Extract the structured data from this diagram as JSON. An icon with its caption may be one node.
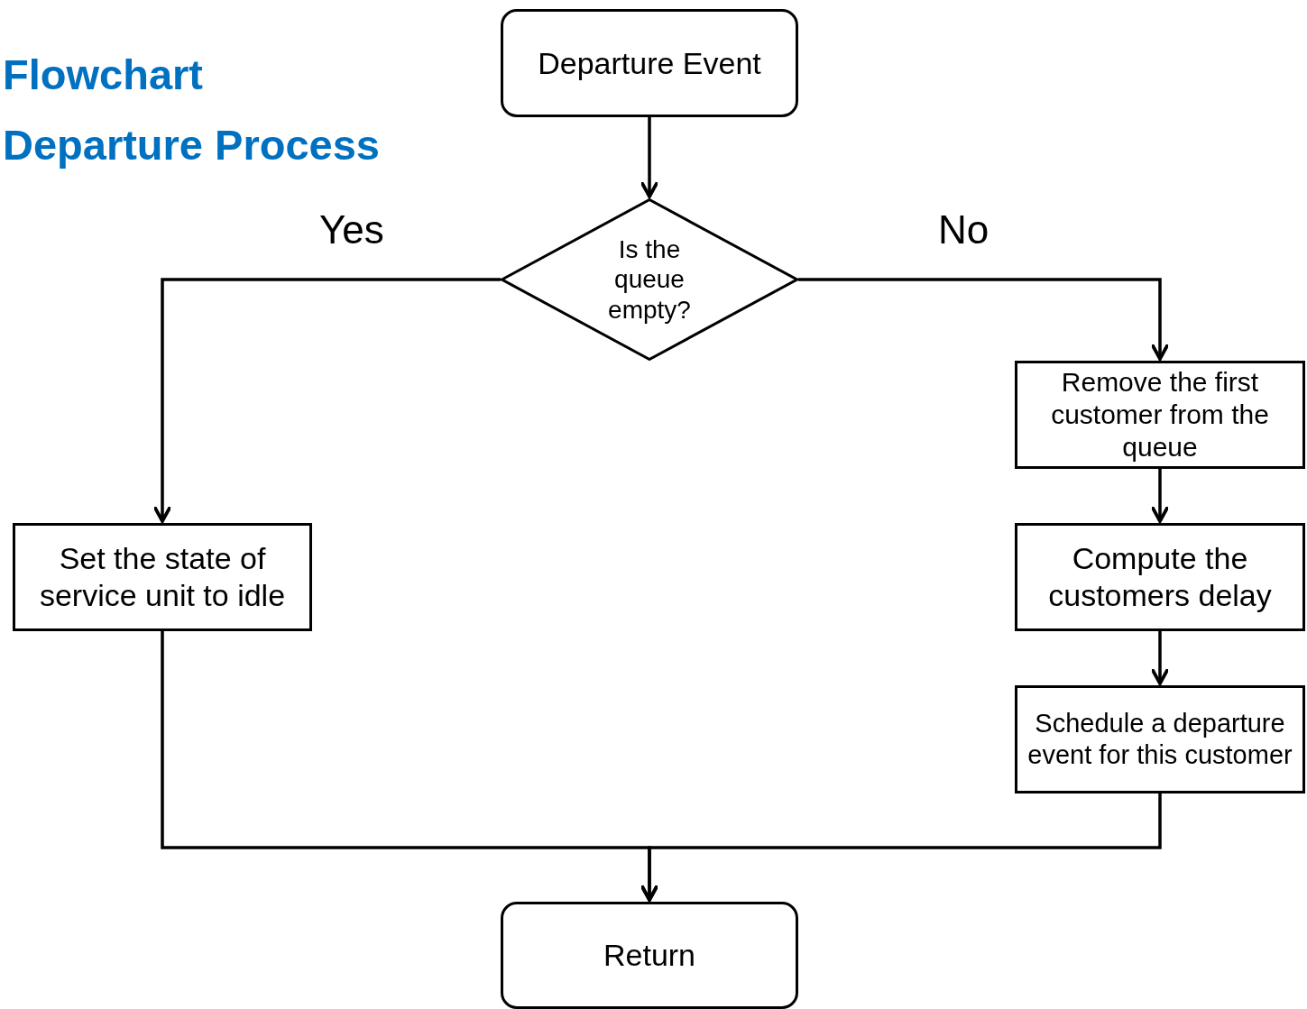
{
  "diagram": {
    "title": "Flowchart Departure Process",
    "nodes": [
      {
        "text": [
          "Departure Event"
        ]
      },
      {
        "text": [
          "Is the queue empty?"
        ]
      },
      {
        "text": [
          "Remove the first customer from the queue"
        ]
      },
      {
        "text": [
          "Compute the customers delay"
        ]
      },
      {
        "text": [
          "Schedule a departure event for this customer"
        ]
      },
      {
        "text": [
          "Set the state of service unit to idle"
        ]
      },
      {
        "text": [
          "Return"
        ]
      }
    ],
    "edges": [
      {
        "from": 0,
        "to": 1,
        "arrow": "to"
      },
      {
        "from": 1,
        "to": 5,
        "arrow": "to",
        "label": "Yes"
      },
      {
        "from": 1,
        "to": 2,
        "arrow": "to",
        "label": "No"
      },
      {
        "from": 2,
        "to": 3,
        "arrow": "to"
      },
      {
        "from": 3,
        "to": 4,
        "arrow": "to"
      },
      {
        "from": 5,
        "to": 6,
        "arrow": "to"
      },
      {
        "from": 4,
        "to": 6,
        "arrow": "to"
      }
    ]
  }
}
